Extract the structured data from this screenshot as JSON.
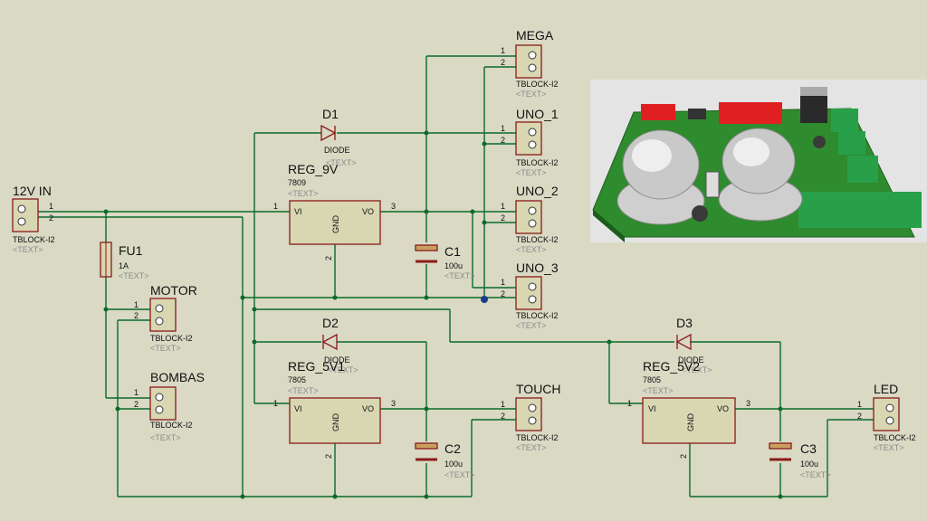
{
  "terminals": {
    "in12v": {
      "name": "12V IN",
      "part": "TBLOCK-I2",
      "text": "<TEXT>"
    },
    "motor": {
      "name": "MOTOR",
      "part": "TBLOCK-I2",
      "text": "<TEXT>"
    },
    "bombas": {
      "name": "BOMBAS",
      "part": "TBLOCK-I2",
      "text": "<TEXT>"
    },
    "mega": {
      "name": "MEGA",
      "part": "TBLOCK-I2",
      "text": "<TEXT>"
    },
    "uno1": {
      "name": "UNO_1",
      "part": "TBLOCK-I2",
      "text": "<TEXT>"
    },
    "uno2": {
      "name": "UNO_2",
      "part": "TBLOCK-I2",
      "text": "<TEXT>"
    },
    "uno3": {
      "name": "UNO_3",
      "part": "TBLOCK-I2",
      "text": "<TEXT>"
    },
    "touch": {
      "name": "TOUCH",
      "part": "TBLOCK-I2",
      "text": "<TEXT>"
    },
    "led": {
      "name": "LED",
      "part": "TBLOCK-I2",
      "text": "<TEXT>"
    }
  },
  "pins": {
    "p1": "1",
    "p2": "2",
    "p3": "3"
  },
  "fuse": {
    "name": "FU1",
    "value": "1A",
    "text": "<TEXT>"
  },
  "diodes": {
    "d1": {
      "name": "D1",
      "part": "DIODE",
      "text": "<TEXT>"
    },
    "d2": {
      "name": "D2",
      "part": "DIODE",
      "text": "<TEXT>"
    },
    "d3": {
      "name": "D3",
      "part": "DIODE",
      "text": "<TEXT>"
    }
  },
  "regulators": {
    "reg9": {
      "name": "REG_9V",
      "part": "7809",
      "text": "<TEXT>",
      "vi": "VI",
      "vo": "VO",
      "gnd": "GND"
    },
    "reg5a": {
      "name": "REG_5V1",
      "part": "7805",
      "text": "<TEXT>",
      "vi": "VI",
      "vo": "VO",
      "gnd": "GND"
    },
    "reg5b": {
      "name": "REG_5V2",
      "part": "7805",
      "text": "<TEXT>",
      "vi": "VI",
      "vo": "VO",
      "gnd": "GND"
    }
  },
  "capacitors": {
    "c1": {
      "name": "C1",
      "value": "100u",
      "text": "<TEXT>"
    },
    "c2": {
      "name": "C2",
      "value": "100u",
      "text": "<TEXT>"
    },
    "c3": {
      "name": "C3",
      "value": "100u",
      "text": "<TEXT>"
    }
  },
  "colors": {
    "background": "#d9d9c4",
    "wire": "#0a6b2a",
    "component": "#8b1a1a",
    "component_fill": "#d8d7b2",
    "board": "#2e8b2e"
  }
}
